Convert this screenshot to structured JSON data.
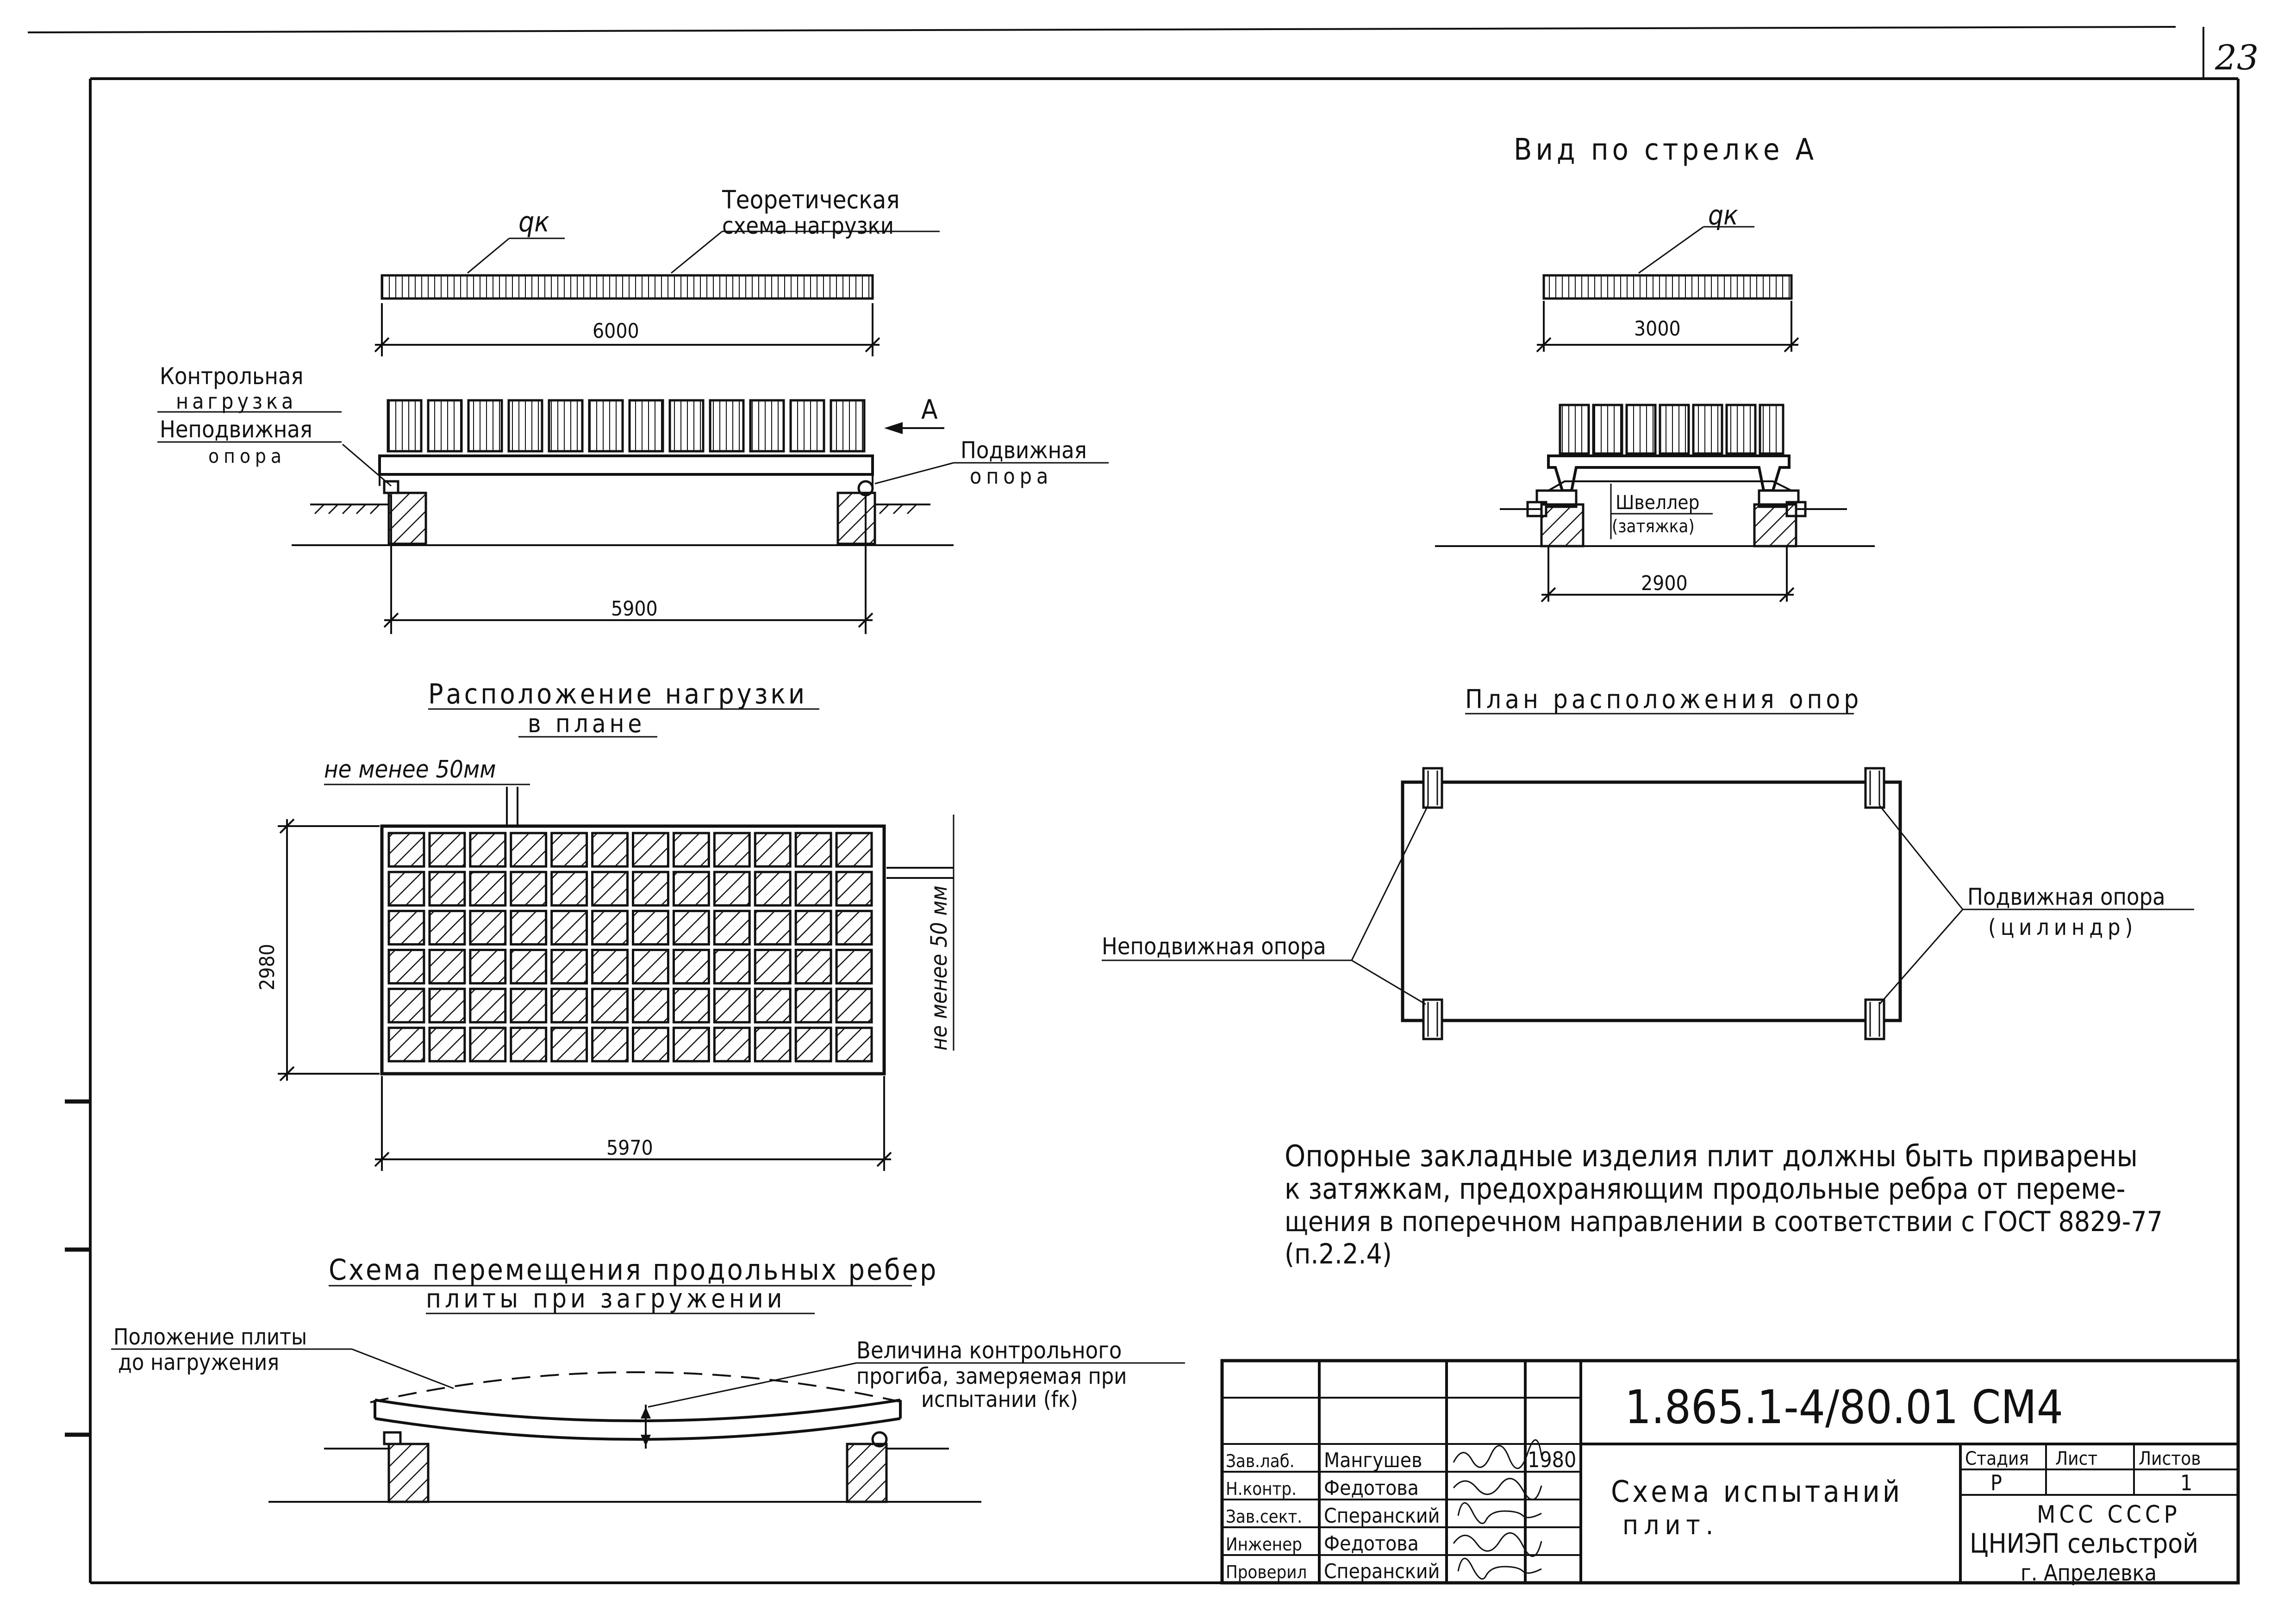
{
  "sheet": {
    "page_number": "23"
  },
  "elevation": {
    "load_symbol": "qк",
    "theoretical_label_line1": "Теоретическая",
    "theoretical_label_line2": "схема нагрузки",
    "span_total": "6000",
    "control_load_line1": "Контрольная",
    "control_load_line2": "нагрузка",
    "fixed_support_line1": "Неподвижная",
    "fixed_support_line2": "опора",
    "movable_support_line1": "Подвижная",
    "movable_support_line2": "опора",
    "arrow_label": "А",
    "span_supports": "5900"
  },
  "side_view": {
    "title": "Вид по стрелке А",
    "load_symbol": "qк",
    "width_total": "3000",
    "channel_line1": "Швеллер",
    "channel_line2": "(затяжка)",
    "width_supports": "2900"
  },
  "load_plan": {
    "title_line1": "Расположение нагрузки",
    "title_line2": "в плане",
    "gap_label_top": "не менее 50мм",
    "gap_label_side": "не менее 50 мм",
    "height_dim": "2980",
    "width_dim": "5970",
    "rows": 6,
    "columns": 12
  },
  "support_plan": {
    "title": "План расположения опор",
    "fixed_label": "Неподвижная опора",
    "movable_label_line1": "Подвижная опора",
    "movable_label_line2": "(цилиндр)"
  },
  "note": {
    "line1": "Опорные закладные изделия плит должны быть приварены",
    "line2": "к затяжкам, предохраняющим продольные ребра от переме-",
    "line3": "щения в поперечном направлении в соответствии с ГОСТ 8829-77",
    "line4": "(п.2.2.4)"
  },
  "deflection": {
    "title_line1": "Схема перемещения продольных ребер",
    "title_line2": "плиты при загружении",
    "before_line1": "Положение плиты",
    "before_line2": "до нагружения",
    "measured_line1": "Величина контрольного",
    "measured_line2": "прогиба, замеряемая при",
    "measured_line3": "испытании (fк)"
  },
  "title_block": {
    "code": "1.865.1-4/80.01 СМ4",
    "drawing_title_line1": "Схема испытаний",
    "drawing_title_line2": "плит.",
    "stage_header": "Стадия",
    "sheet_header": "Лист",
    "sheets_header": "Листов",
    "stage_value": "Р",
    "sheet_value": "",
    "sheets_value": "1",
    "org_line1": "МСС СССР",
    "org_line2": "ЦНИЭП сельстрой",
    "org_line3": "г. Апрелевка",
    "year": "1980",
    "signers": [
      {
        "role": "Зав.лаб.",
        "name": "Мангушев"
      },
      {
        "role": "Н.контр.",
        "name": "Федотова"
      },
      {
        "role": "Зав.сект.",
        "name": "Сперанский"
      },
      {
        "role": "Инженер",
        "name": "Федотова"
      },
      {
        "role": "Проверил",
        "name": "Сперанский"
      }
    ]
  }
}
